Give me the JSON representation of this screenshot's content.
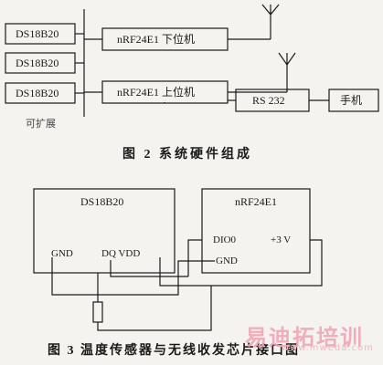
{
  "figure2": {
    "sensors": [
      "DS18B20",
      "DS18B20",
      "DS18B20"
    ],
    "expandable": "可扩展",
    "lower_unit": "nRF24E1 下位机",
    "upper_unit": "nRF24E1 上位机",
    "rs232": "RS 232",
    "phone": "手机",
    "caption": "图 2   系统硬件组成"
  },
  "figure3": {
    "sensor": "DS18B20",
    "sensor_pins": {
      "gnd": "GND",
      "dq_vdd": "DQ VDD"
    },
    "radio": "nRF24E1",
    "radio_pins": {
      "dio": "DIO0",
      "vcc": "+3 V",
      "gnd": "GND"
    },
    "caption": "图 3   温度传感器与无线收发芯片接口图"
  },
  "watermark": {
    "text": "易迪拓培训",
    "sub": "www.mweda.com"
  }
}
